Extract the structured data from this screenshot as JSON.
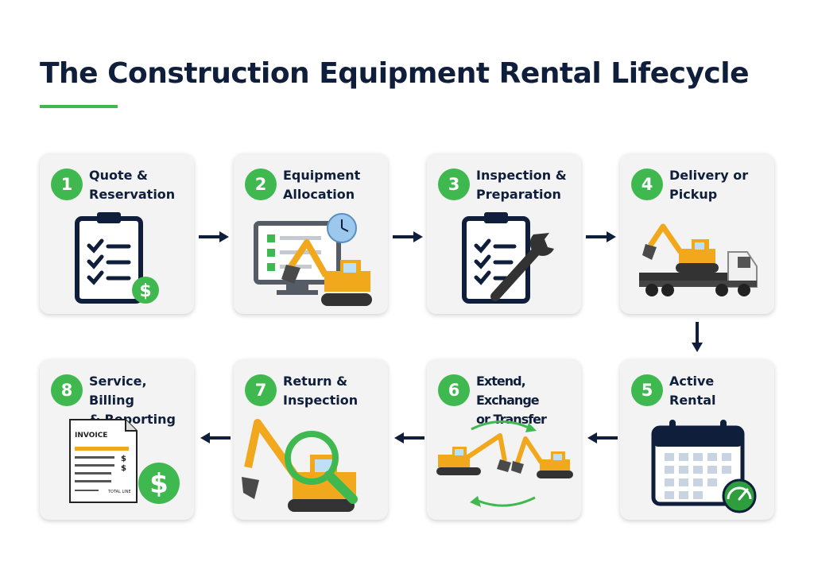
{
  "title": "The Construction Equipment Rental Lifecycle",
  "steps": [
    {
      "number": "1",
      "label": "Quote &\nReservation",
      "icon": "clipboard-dollar-icon"
    },
    {
      "number": "2",
      "label": "Equipment\nAllocation",
      "icon": "monitor-excavator-icon"
    },
    {
      "number": "3",
      "label": "Inspection &\nPreparation",
      "icon": "clipboard-wrench-icon"
    },
    {
      "number": "4",
      "label": "Delivery or\nPickup",
      "icon": "truck-excavator-icon"
    },
    {
      "number": "5",
      "label": "Active\nRental",
      "icon": "calendar-gauge-icon"
    },
    {
      "number": "6",
      "label": "Extend, Exchange\nor Transfer",
      "icon": "excavator-swap-icon"
    },
    {
      "number": "7",
      "label": "Return &\nInspection",
      "icon": "excavator-magnifier-icon"
    },
    {
      "number": "8",
      "label": "Service, Billing\n& Reporting",
      "icon": "invoice-dollar-icon"
    }
  ],
  "invoice": {
    "heading": "INVOICE",
    "total_line": "TOTAL LINE"
  },
  "colors": {
    "accent": "#3fb94f",
    "navy": "#0f1e3a",
    "machine": "#f2a81d"
  }
}
